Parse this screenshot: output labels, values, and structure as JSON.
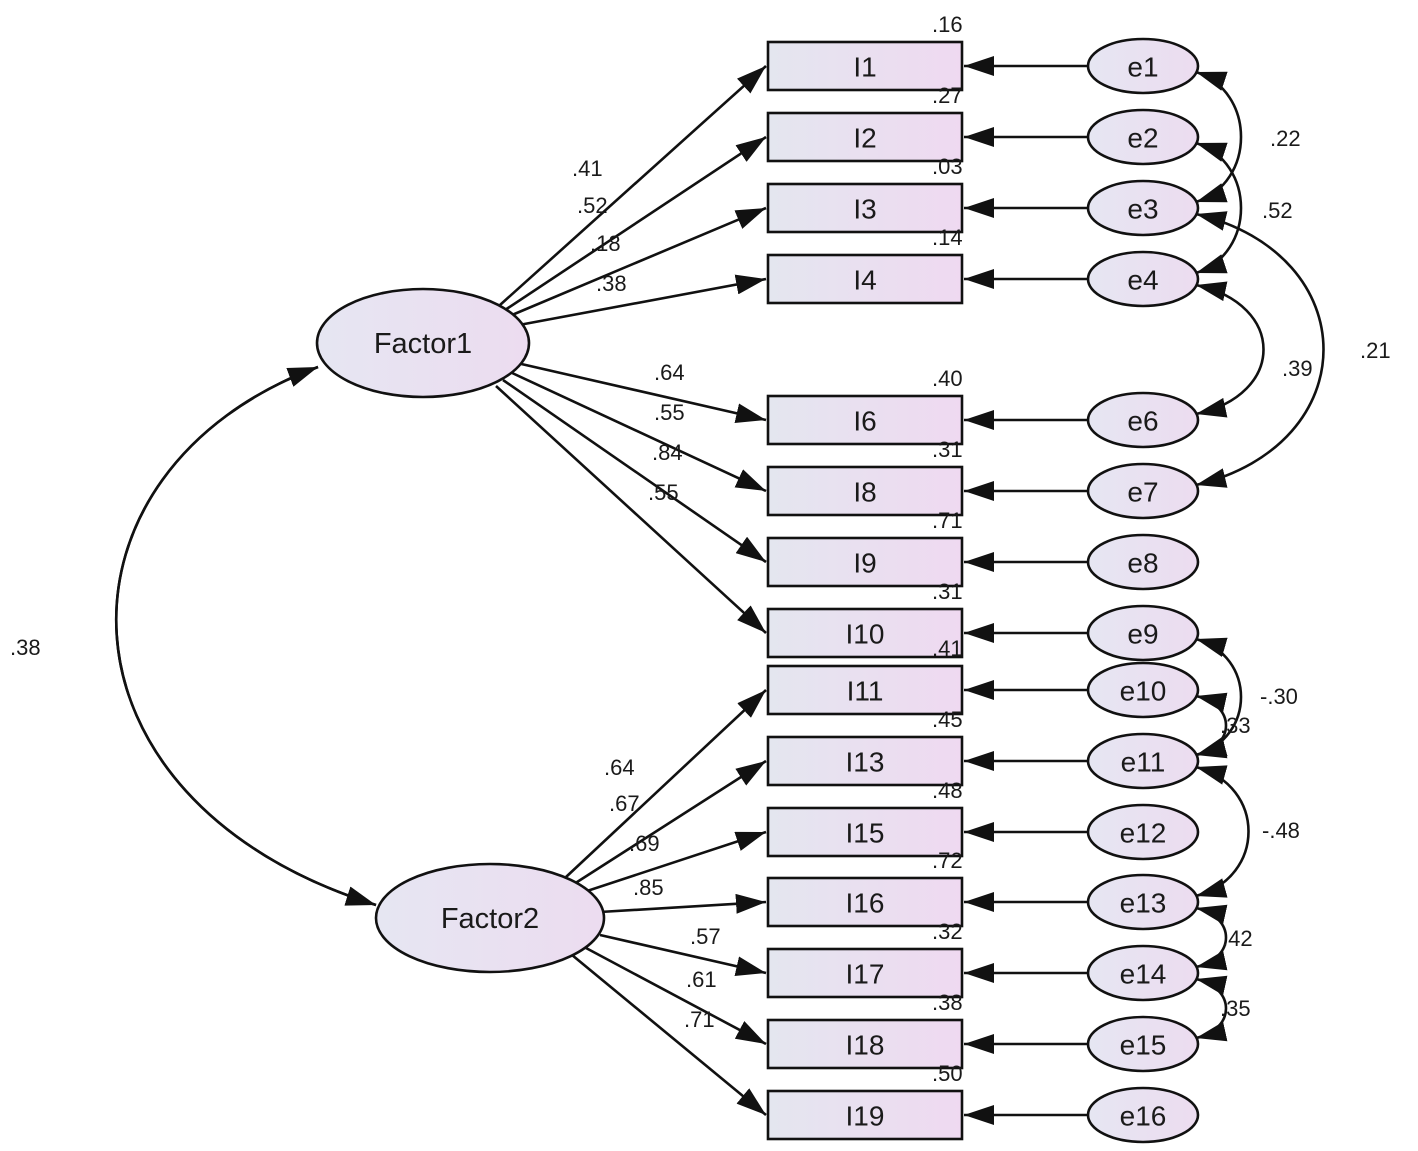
{
  "factors": [
    {
      "id": "F1",
      "label": "Factor1"
    },
    {
      "id": "F2",
      "label": "Factor2"
    }
  ],
  "factor_covariance": ".38",
  "items": [
    {
      "label": "I1",
      "r2": ".16",
      "loading": ".41",
      "factor": "F1",
      "error": "e1"
    },
    {
      "label": "I2",
      "r2": ".27",
      "loading": ".52",
      "factor": "F1",
      "error": "e2"
    },
    {
      "label": "I3",
      "r2": ".03",
      "loading": ".18",
      "factor": "F1",
      "error": "e3"
    },
    {
      "label": "I4",
      "r2": ".14",
      "loading": ".38",
      "factor": "F1",
      "error": "e4"
    },
    {
      "label": "I6",
      "r2": ".40",
      "loading": ".64",
      "factor": "F1",
      "error": "e6"
    },
    {
      "label": "I8",
      "r2": ".31",
      "loading": ".55",
      "factor": "F1",
      "error": "e7"
    },
    {
      "label": "I9",
      "r2": ".71",
      "loading": ".84",
      "factor": "F1",
      "error": "e8"
    },
    {
      "label": "I10",
      "r2": ".31",
      "loading": ".55",
      "factor": "F1",
      "error": "e9"
    },
    {
      "label": "I11",
      "r2": ".41",
      "loading": ".64",
      "factor": "F2",
      "error": "e10"
    },
    {
      "label": "I13",
      "r2": ".45",
      "loading": ".67",
      "factor": "F2",
      "error": "e11"
    },
    {
      "label": "I15",
      "r2": ".48",
      "loading": ".69",
      "factor": "F2",
      "error": "e12"
    },
    {
      "label": "I16",
      "r2": ".72",
      "loading": ".85",
      "factor": "F2",
      "error": "e13"
    },
    {
      "label": "I17",
      "r2": ".32",
      "loading": ".57",
      "factor": "F2",
      "error": "e14"
    },
    {
      "label": "I18",
      "r2": ".38",
      "loading": ".61",
      "factor": "F2",
      "error": "e15"
    },
    {
      "label": "I19",
      "r2": ".50",
      "loading": ".71",
      "factor": "F2",
      "error": "e16"
    }
  ],
  "error_covariances": [
    {
      "from": "e1",
      "to": "e3",
      "value": ".22"
    },
    {
      "from": "e2",
      "to": "e4",
      "value": ".52"
    },
    {
      "from": "e3",
      "to": "e7",
      "value": ".21"
    },
    {
      "from": "e4",
      "to": "e6",
      "value": ".39"
    },
    {
      "from": "e9",
      "to": "e11",
      "value": "-.30"
    },
    {
      "from": "e10",
      "to": "e11",
      "value": ".33"
    },
    {
      "from": "e11",
      "to": "e13",
      "value": "-.48"
    },
    {
      "from": "e13",
      "to": "e14",
      "value": ".42"
    },
    {
      "from": "e14",
      "to": "e15",
      "value": ".35"
    }
  ],
  "colors": {
    "node_fill_light": "#e6e7f1",
    "node_fill_pink": "#eddcf0",
    "stroke": "#111111"
  }
}
